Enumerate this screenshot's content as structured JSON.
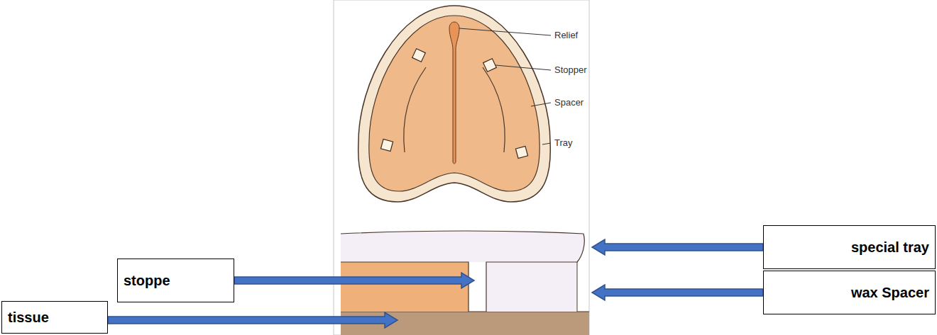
{
  "diagram": {
    "nodes": [
      {
        "text": [
          "special tray"
        ]
      },
      {
        "text": [
          "stoppe"
        ]
      },
      {
        "text": [
          "wax Spacer"
        ]
      },
      {
        "text": [
          "tissue"
        ]
      }
    ],
    "labels": [
      "Relief",
      "Stopper",
      "Spacer",
      "Tray"
    ]
  }
}
